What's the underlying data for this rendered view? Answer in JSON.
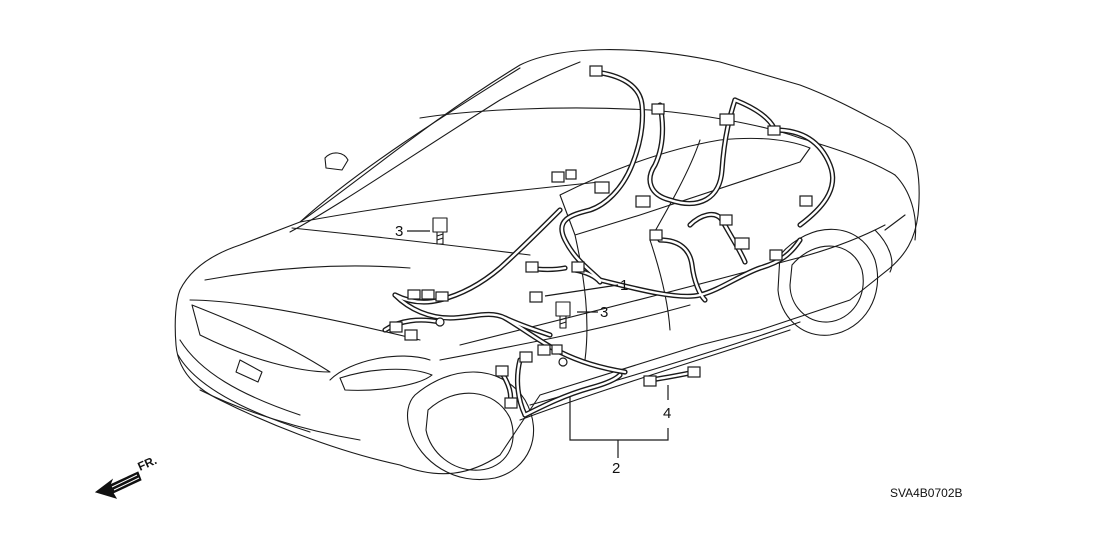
{
  "callouts": {
    "part_1": "1",
    "part_2": "2",
    "part_3_left": "3",
    "part_3_right": "3",
    "part_4": "4"
  },
  "direction_label": "FR.",
  "diagram_code": "SVA4B0702B",
  "icons": {
    "direction": "arrow-left-icon",
    "bolt": "bolt-icon"
  }
}
